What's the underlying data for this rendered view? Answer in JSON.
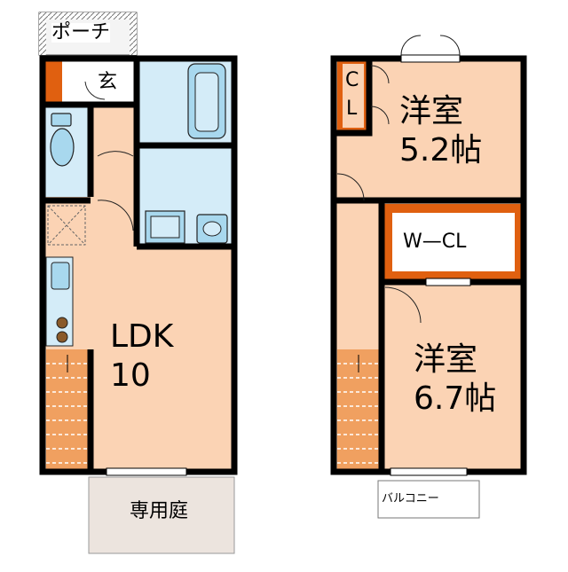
{
  "floor1": {
    "porch": "ポーチ",
    "entrance": "玄",
    "ldk_label": "LDK",
    "ldk_size": "10",
    "garden": "専用庭"
  },
  "floor2": {
    "closet_c": "C",
    "closet_l": "L",
    "room1_name": "洋室",
    "room1_size": "5.2帖",
    "wcl": "W—CL",
    "room2_name": "洋室",
    "room2_size": "6.7帖",
    "balcony": "バルコニー"
  },
  "colors": {
    "room_fill": "#fbd3b4",
    "wet_fill": "#d4ecf8",
    "closet_fill": "#e06010",
    "wall": "#000000",
    "garden_fill": "#ece4de"
  }
}
